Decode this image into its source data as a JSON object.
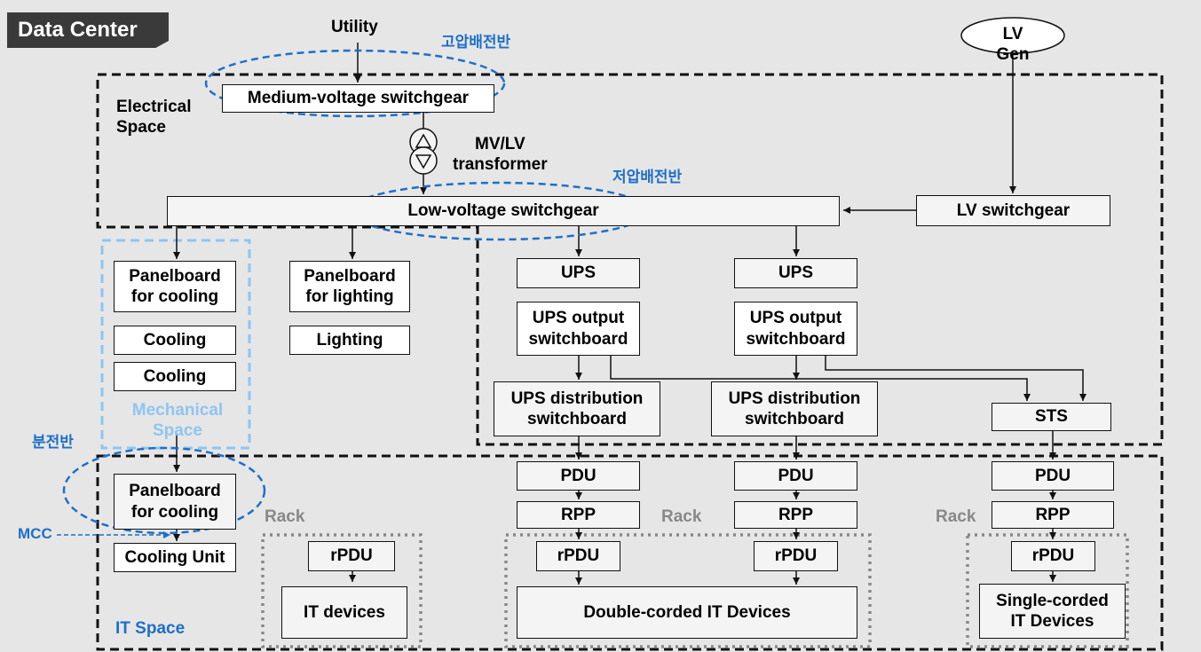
{
  "title": "Data Center",
  "labels": {
    "utility": "Utility",
    "hv_board_kr": "고압배전반",
    "lv_board_kr": "저압배전반",
    "dist_board_kr": "분전반",
    "mcc": "MCC",
    "lv_gen": "LV Gen",
    "electrical_space": "Electrical\nSpace",
    "mvlv_transformer": "MV/LV\ntransformer",
    "mechanical_space": "Mechanical\nSpace",
    "it_space": "IT Space",
    "rack": "Rack"
  },
  "boxes": {
    "mv_switchgear": "Medium-voltage switchgear",
    "lv_switchgear_main": "Low-voltage switchgear",
    "lv_switchgear_gen": "LV switchgear",
    "panelboard_cooling": "Panelboard\nfor cooling",
    "panelboard_lighting": "Panelboard\nfor lighting",
    "cooling": "Cooling",
    "lighting": "Lighting",
    "ups": "UPS",
    "ups_output": "UPS output\nswitchboard",
    "ups_distribution": "UPS distribution\nswitchboard",
    "sts": "STS",
    "pdu": "PDU",
    "rpp": "RPP",
    "rpdu": "rPDU",
    "cooling_unit": "Cooling Unit",
    "it_devices": "IT devices",
    "double_corded": "Double-corded IT Devices",
    "single_corded": "Single-corded\nIT Devices"
  },
  "colors": {
    "background": "#e6e6e6",
    "title_tab": "#3a3a3a",
    "annotation_blue": "#1e6fc8",
    "mechanical_blue": "#8ec5f0",
    "rack_gray": "#888888"
  }
}
